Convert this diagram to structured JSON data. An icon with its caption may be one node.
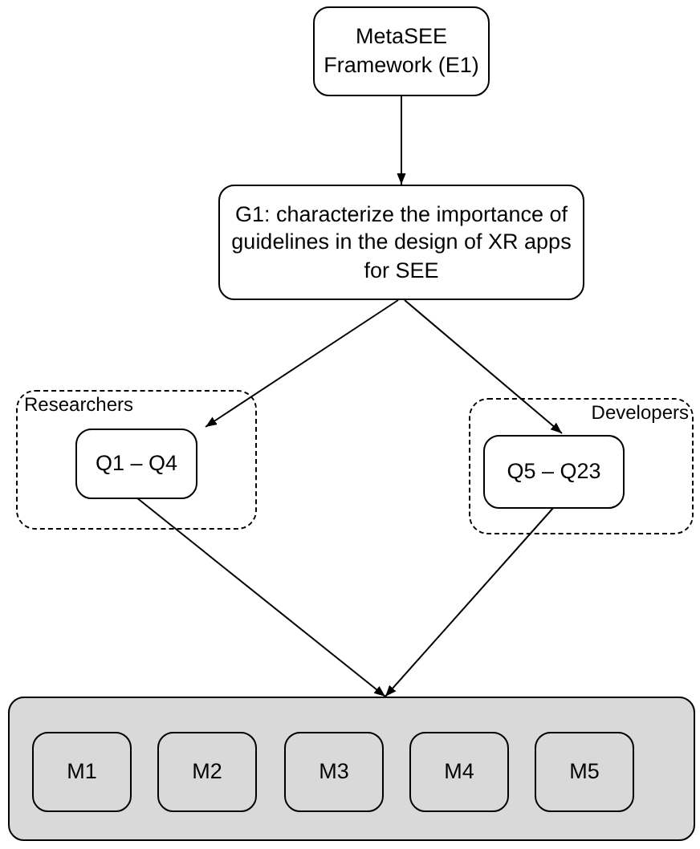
{
  "diagram": {
    "nodes": [
      {
        "text": [
          "MetaSEE Framework (E1)"
        ]
      },
      {
        "text": [
          "G1: characterize the importance of guidelines in the design of XR apps for SEE"
        ]
      },
      {
        "text": [
          "Researchers"
        ]
      },
      {
        "text": [
          "Q1 – Q4"
        ],
        "in": 2
      },
      {
        "text": [
          "Developers"
        ]
      },
      {
        "text": [
          "Q5 – Q23"
        ],
        "in": 4
      },
      {
        "text": [],
        "shape": "box"
      },
      {
        "text": [
          "M1"
        ],
        "in": 6
      },
      {
        "text": [
          "M2"
        ],
        "in": 6
      },
      {
        "text": [
          "M3"
        ],
        "in": 6
      },
      {
        "text": [
          "M4"
        ],
        "in": 6
      },
      {
        "text": [
          "M5"
        ],
        "in": 6
      }
    ],
    "edges": [
      {
        "from": 0,
        "to": 1,
        "arrow": "to"
      },
      {
        "from": 1,
        "to": 3,
        "arrow": "to"
      },
      {
        "from": 1,
        "to": 5,
        "arrow": "to"
      },
      {
        "from": 3,
        "to": 6,
        "arrow": "to"
      },
      {
        "from": 5,
        "to": 6,
        "arrow": "to"
      }
    ]
  }
}
